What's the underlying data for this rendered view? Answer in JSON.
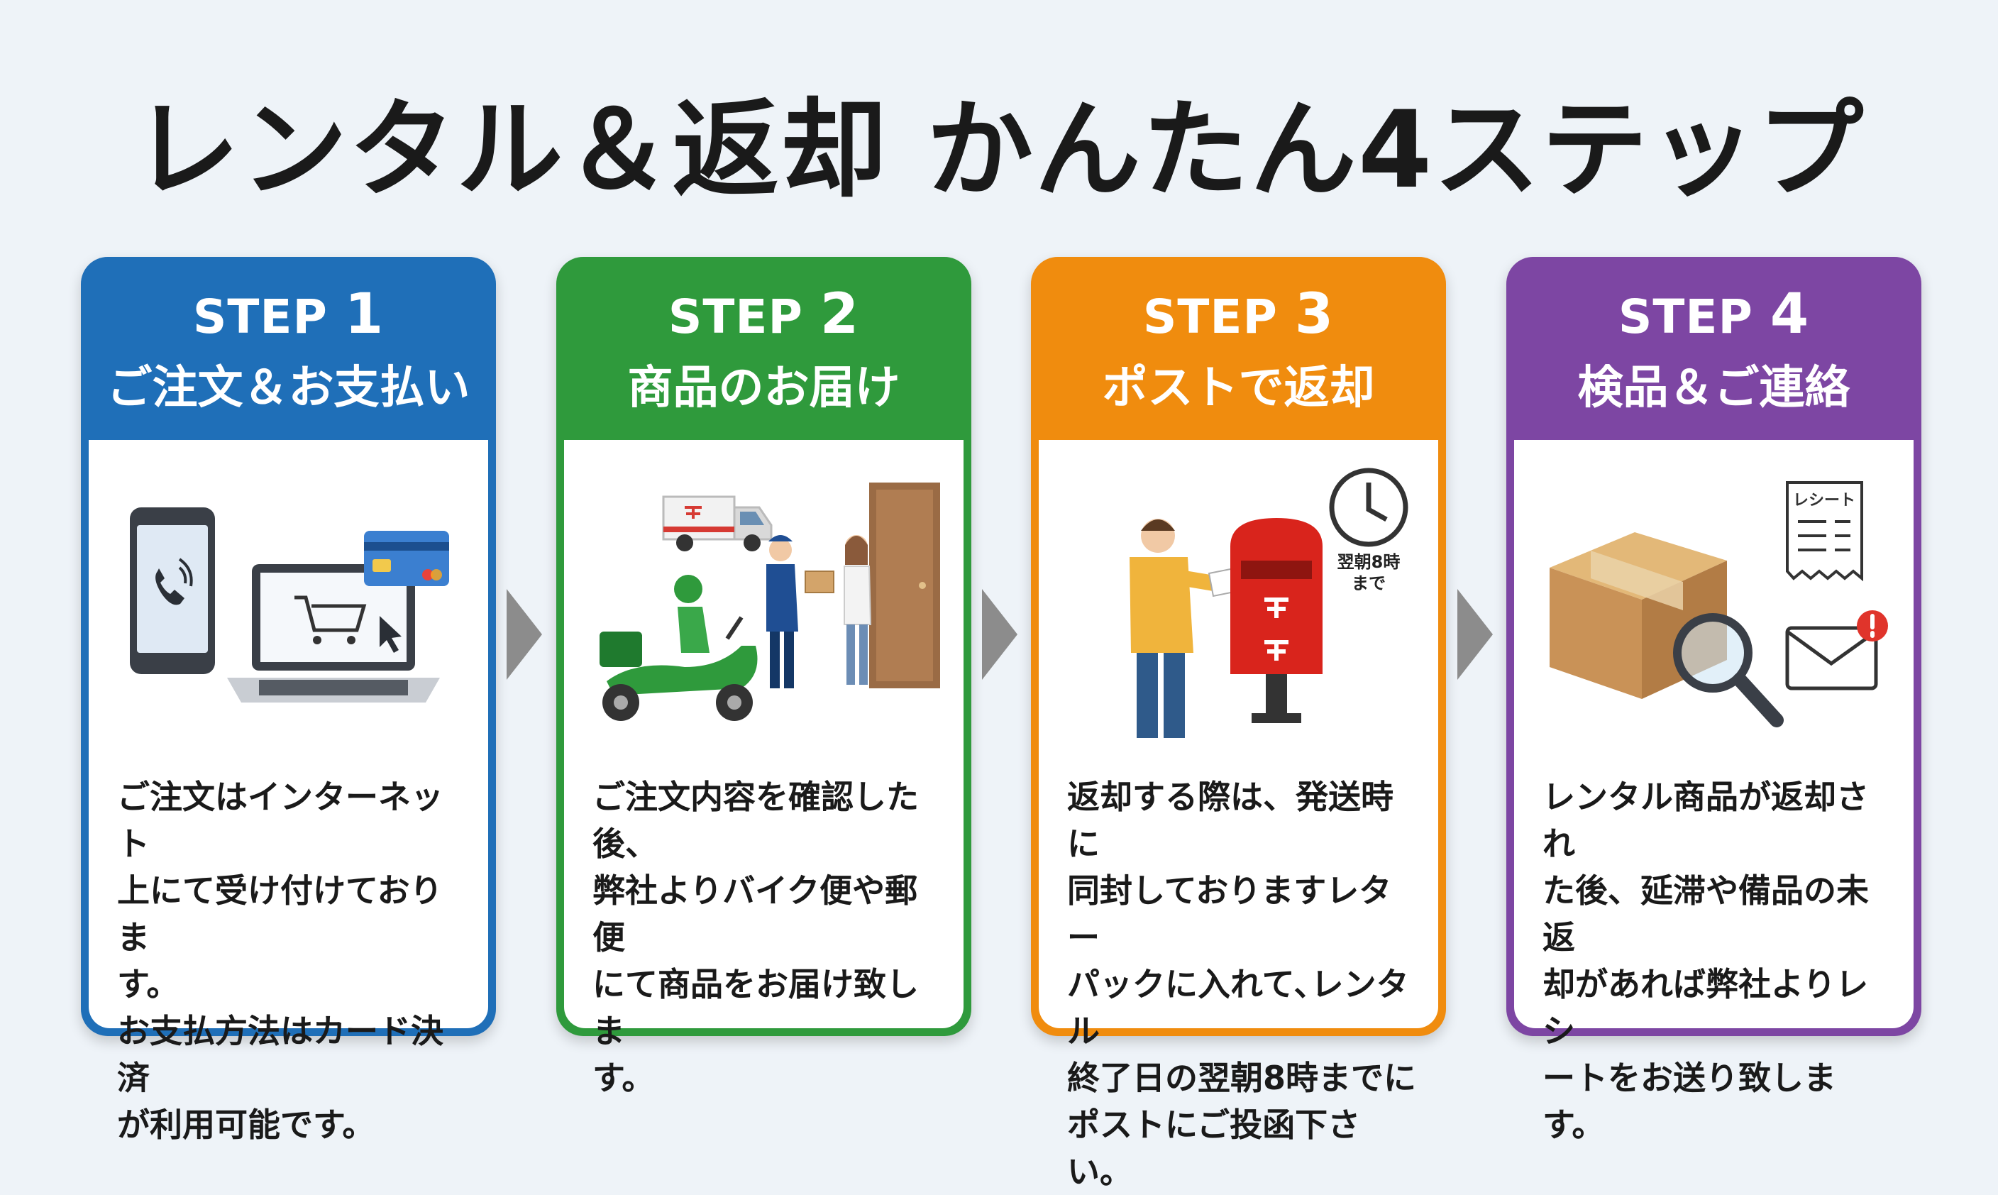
{
  "title": "レンタル＆返却 かんたん4ステップ",
  "colors": {
    "step1": "#1f6fb8",
    "step2": "#2f9a3c",
    "step3": "#f08c0e",
    "step4": "#7d46a3",
    "arrow": "#8c8c8c"
  },
  "steps": [
    {
      "label": "STEP",
      "number": "1",
      "title": "ご注文＆お支払い",
      "icons": [
        "smartphone-phone-icon",
        "laptop-cart-icon",
        "credit-card-icon"
      ],
      "description": "ご注文はインターネット\n上にて受け付けておりま\nす。\nお支払方法はカード決済\nが利用可能です。"
    },
    {
      "label": "STEP",
      "number": "2",
      "title": "商品のお届け",
      "icons": [
        "delivery-van-icon",
        "scooter-rider-icon",
        "courier-handing-package-icon"
      ],
      "description": "ご注文内容を確認した後、\n弊社よりバイク便や郵便\nにて商品をお届け致しま\nす。"
    },
    {
      "label": "STEP",
      "number": "3",
      "title": "ポストで返却",
      "icons": [
        "person-posting-letter-icon",
        "red-postbox-icon",
        "clock-icon"
      ],
      "clock_caption_1": "翌朝8時",
      "clock_caption_2": "まで",
      "description": "返却する際は、発送時に\n同封しておりますレター\nパックに入れて､レンタル\n終了日の翌朝8時までに\nポストにご投函下さい。"
    },
    {
      "label": "STEP",
      "number": "4",
      "title": "検品＆ご連絡",
      "icons": [
        "cardboard-box-icon",
        "magnifier-icon",
        "receipt-icon",
        "mail-alert-icon"
      ],
      "receipt_label": "レシート",
      "description": "レンタル商品が返却され\nた後、延滞や備品の未返\n却があれば弊社よりレシ\nートをお送り致します。"
    }
  ]
}
